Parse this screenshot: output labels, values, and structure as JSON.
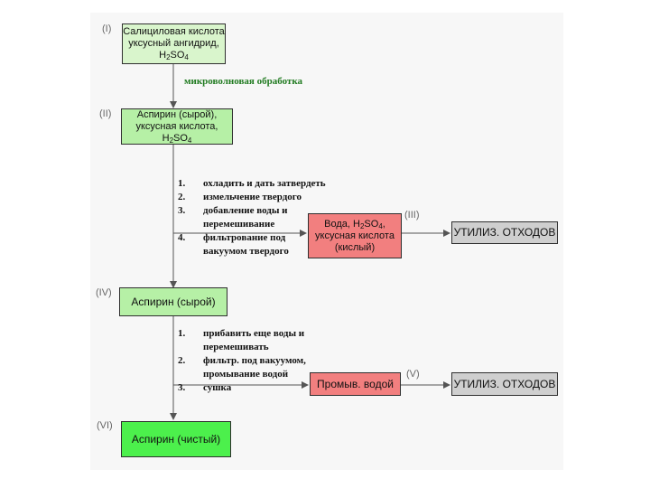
{
  "nodes": {
    "n1": {
      "label": "(I)",
      "lines": [
        "Салициловая кислота",
        "уксусный ангидрид,"
      ],
      "formula": [
        "H",
        "2",
        "SO",
        "4"
      ]
    },
    "n2": {
      "label": "(II)",
      "lines": [
        "Аспирин (сырой),",
        "уксусная кислота,"
      ],
      "formula": [
        "H",
        "2",
        "SO",
        "4"
      ]
    },
    "n3": {
      "label": "(III)",
      "line1_pre": "Вода, ",
      "formula": [
        "H",
        "2",
        "SO",
        "4"
      ],
      "line1_post": ",",
      "lines": [
        "уксусная кислота",
        "(кислый)"
      ]
    },
    "n4": {
      "label": "(IV)",
      "text": "Аспирин (сырой)"
    },
    "n5": {
      "label": "(V)",
      "text": "Промыв. водой"
    },
    "n6": {
      "label": "(VI)",
      "text": "Аспирин (чистый)"
    },
    "waste1": {
      "text": "УТИЛИЗ. ОТХОДОВ"
    },
    "waste2": {
      "text": "УТИЛИЗ. ОТХОДОВ"
    }
  },
  "microwave": "микроволновая обработка",
  "steps1": [
    {
      "num": "1.",
      "lines": [
        "охладить и дать затвердеть"
      ]
    },
    {
      "num": "2.",
      "lines": [
        "измельчение твердого"
      ]
    },
    {
      "num": "3.",
      "lines": [
        "добавление воды и",
        "перемешивание"
      ]
    },
    {
      "num": "4.",
      "lines": [
        "фильтрование под",
        "вакуумом твердого"
      ]
    }
  ],
  "steps2": [
    {
      "num": "1.",
      "lines": [
        "прибавить еще воды и",
        "перемешивать"
      ]
    },
    {
      "num": "2.",
      "lines": [
        "фильтр. под вакуумом,",
        "промывание водой"
      ]
    },
    {
      "num": "3.",
      "lines": [
        "сушка"
      ]
    }
  ],
  "colors": {
    "start": "#d9f5cc",
    "crude": "#b6f0a6",
    "pure": "#4cf04c",
    "waste_stream": "#f27f7f",
    "disposal": "#cfcfcf"
  }
}
